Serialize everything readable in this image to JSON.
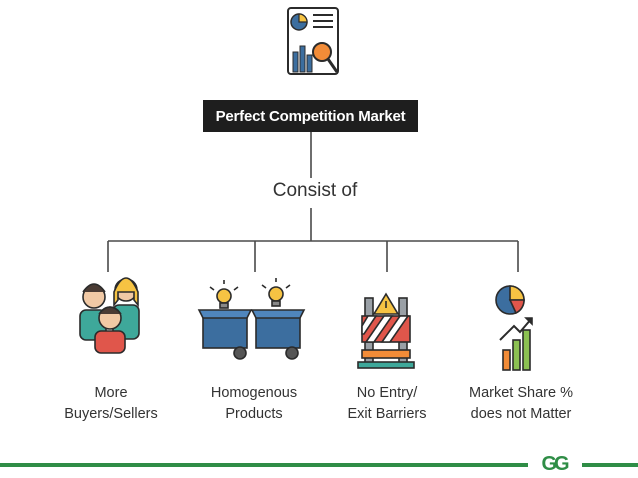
{
  "diagram": {
    "root": {
      "title": "Perfect Competition Market",
      "icon": "market-analysis-icon"
    },
    "connector_label": "Consist of",
    "children": [
      {
        "line1": "More",
        "line2": "Buyers/Sellers",
        "icon": "people-group-icon"
      },
      {
        "line1": "Homogenous",
        "line2": "Products",
        "icon": "product-boxes-icon"
      },
      {
        "line1": "No Entry/",
        "line2": "Exit Barriers",
        "icon": "barrier-icon"
      },
      {
        "line1": "Market Share %",
        "line2": "does not Matter",
        "icon": "pie-bar-chart-icon"
      }
    ]
  },
  "footer": {
    "logo_text": "GG",
    "brand_color": "#2f8d46"
  },
  "colors": {
    "title_bg": "#1e1e1e",
    "line": "#4a4a4a",
    "accent_blue": "#3c6e9f",
    "accent_orange": "#f28c38",
    "accent_yellow": "#f6c343",
    "accent_red": "#e0564b",
    "accent_green": "#8cc152"
  }
}
